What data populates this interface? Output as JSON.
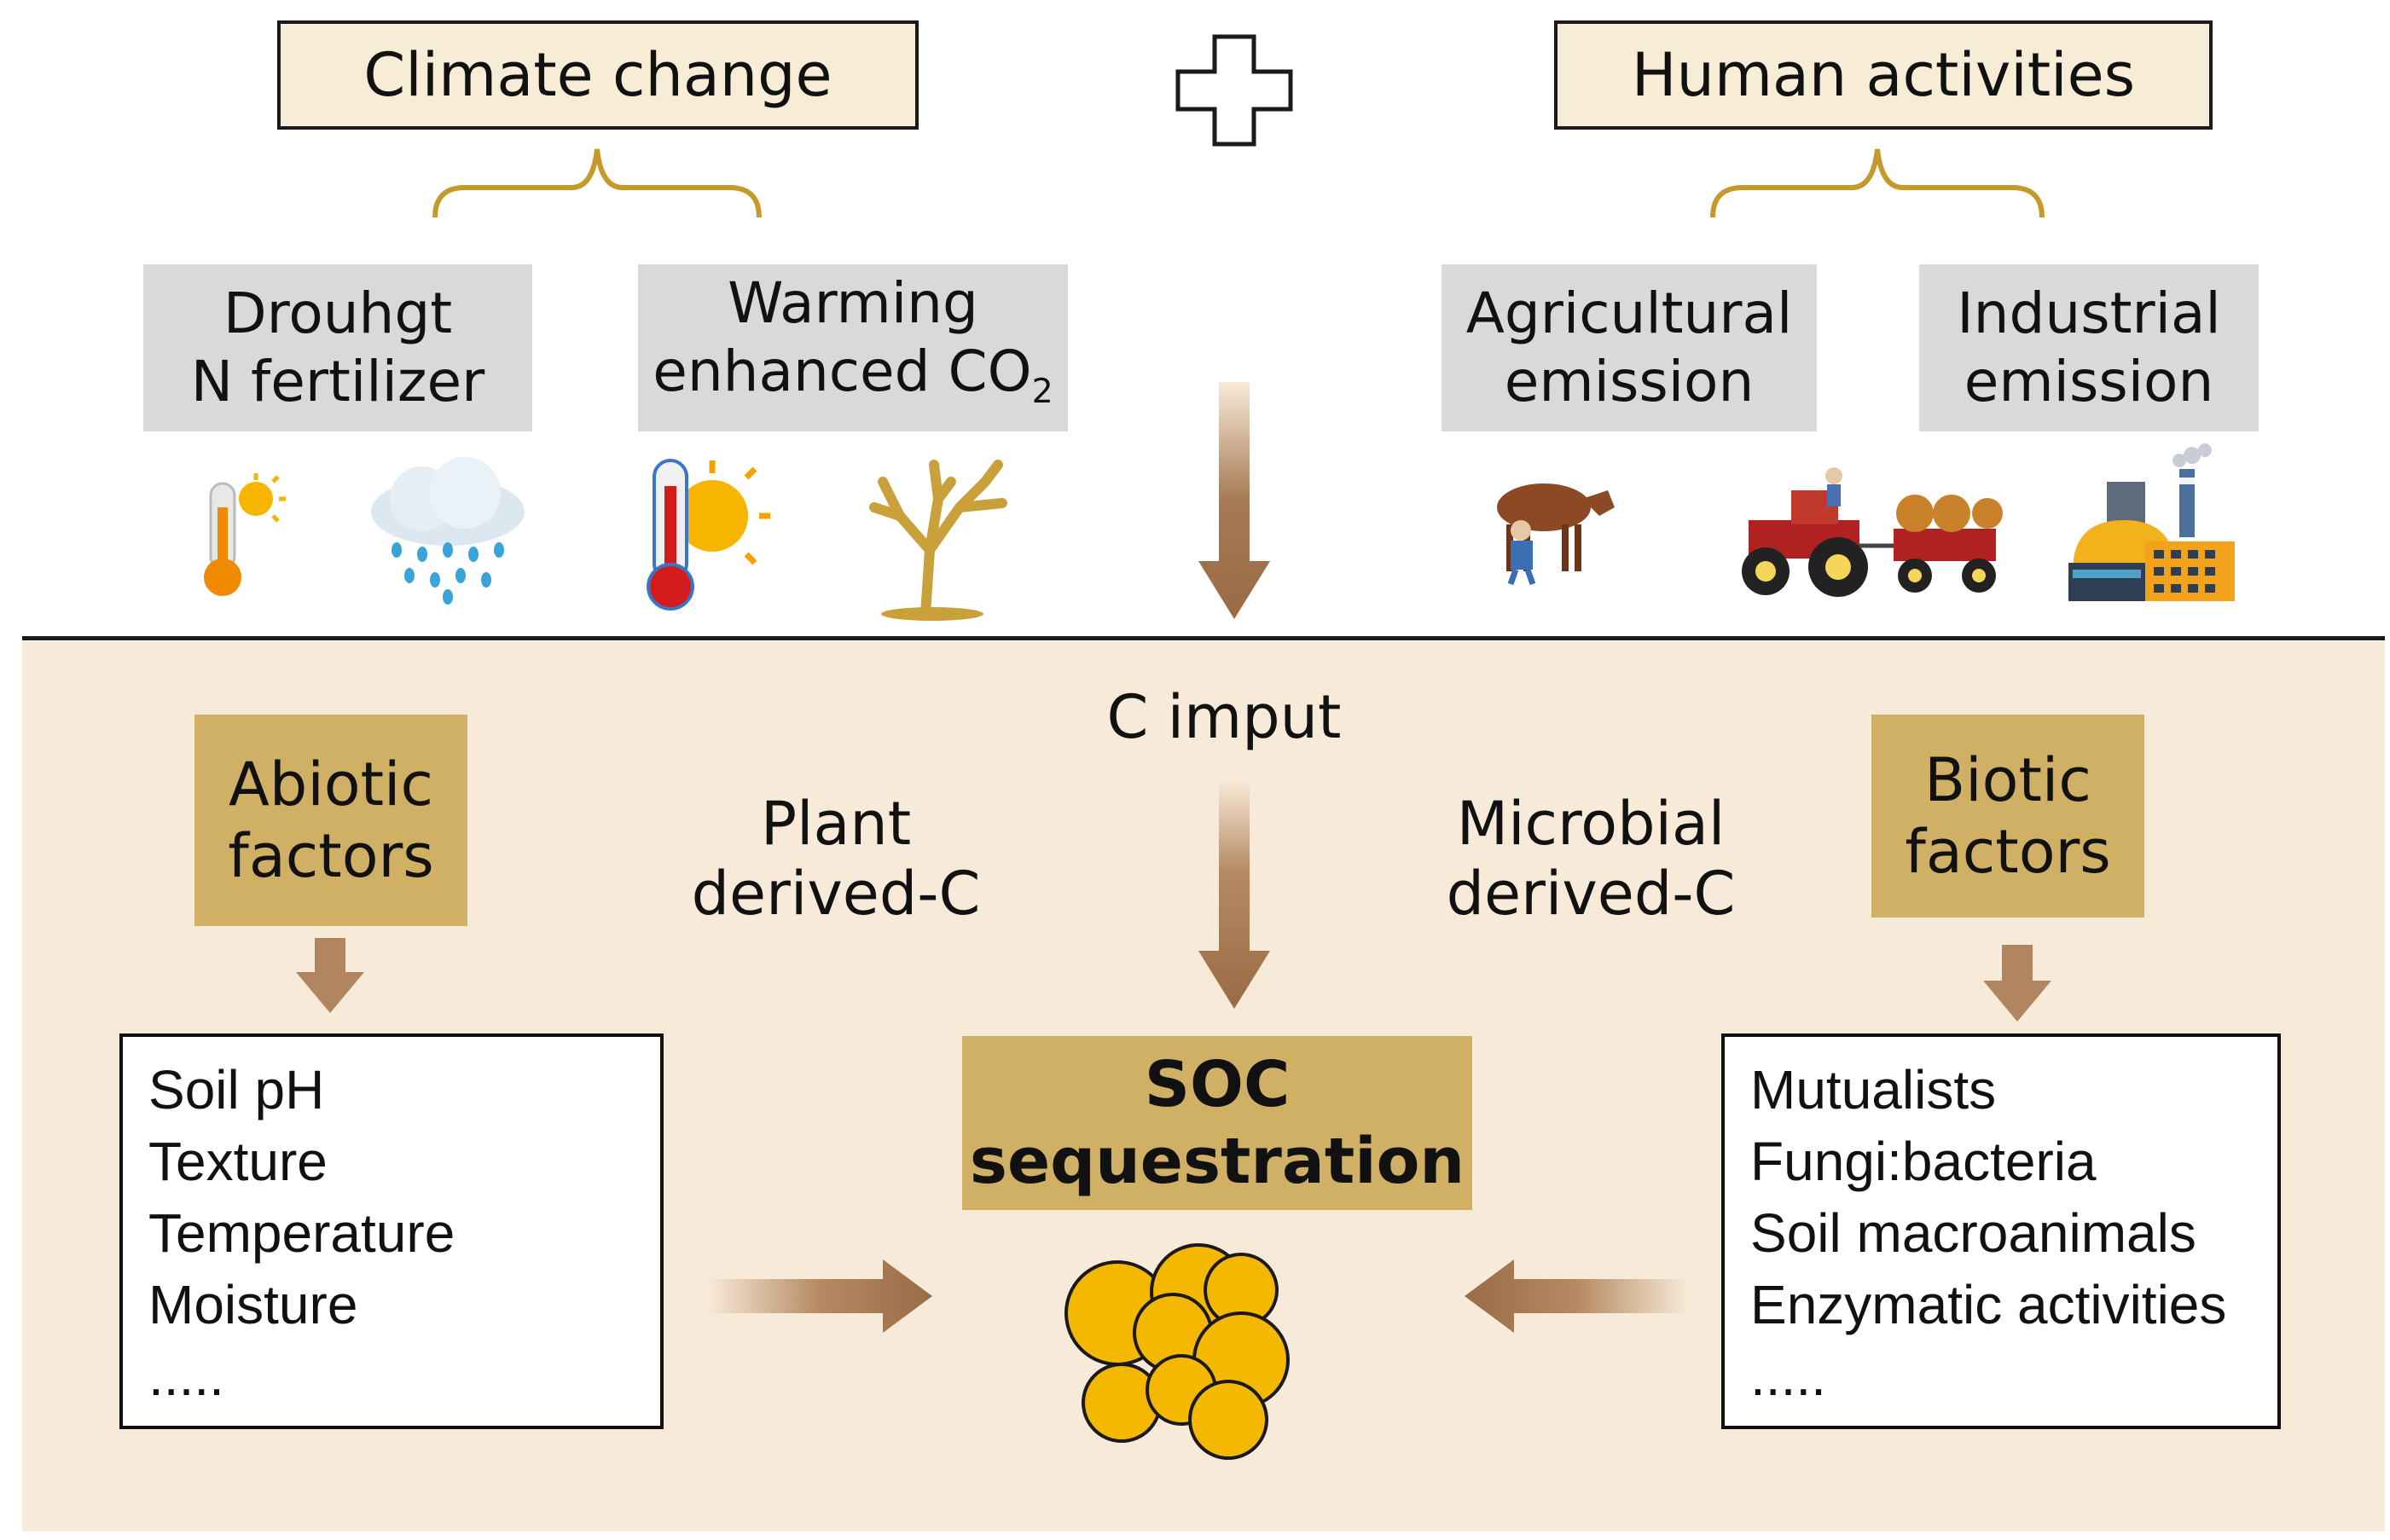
{
  "top": {
    "climate_change": "Climate change",
    "human_activities": "Human activities"
  },
  "climate_factors": [
    {
      "line1": "Drouhgt",
      "line2": "N fertilizer"
    },
    {
      "line1": "Warming",
      "line2_prefix": "enhanced CO",
      "line2_sub": "2"
    }
  ],
  "human_factors": [
    {
      "line1": "Agricultural",
      "line2": "emission"
    },
    {
      "line1": "Industrial",
      "line2": "emission"
    }
  ],
  "center": {
    "c_input": "C imput",
    "plant_line1": "Plant",
    "plant_line2": "derived-C",
    "microbial_line1": "Microbial",
    "microbial_line2": "derived-C",
    "soc_line1": "SOC",
    "soc_line2": "sequestration"
  },
  "abiotic": {
    "title_line1": "Abiotic",
    "title_line2": "factors",
    "items": [
      "Soil pH",
      "Texture",
      "Temperature",
      "Moisture",
      "....."
    ]
  },
  "biotic": {
    "title_line1": "Biotic",
    "title_line2": "factors",
    "items": [
      "Mutualists",
      "Fungi:bacteria",
      "Soil macroanimals",
      "Enzymatic activities",
      "....."
    ]
  },
  "icons": [
    "thermometer-sun-icon",
    "rain-cloud-icon",
    "hot-thermometer-icon",
    "dry-tree-icon",
    "cow-farmer-icon",
    "tractor-icon",
    "factory-icon"
  ],
  "colors": {
    "panel": "#f8ead8",
    "gold_box": "#cfb064",
    "gray_box": "#d9d9d9",
    "arrow": "#a67a55",
    "brace": "#c59a2b",
    "soc_particle": "#f5b800"
  }
}
